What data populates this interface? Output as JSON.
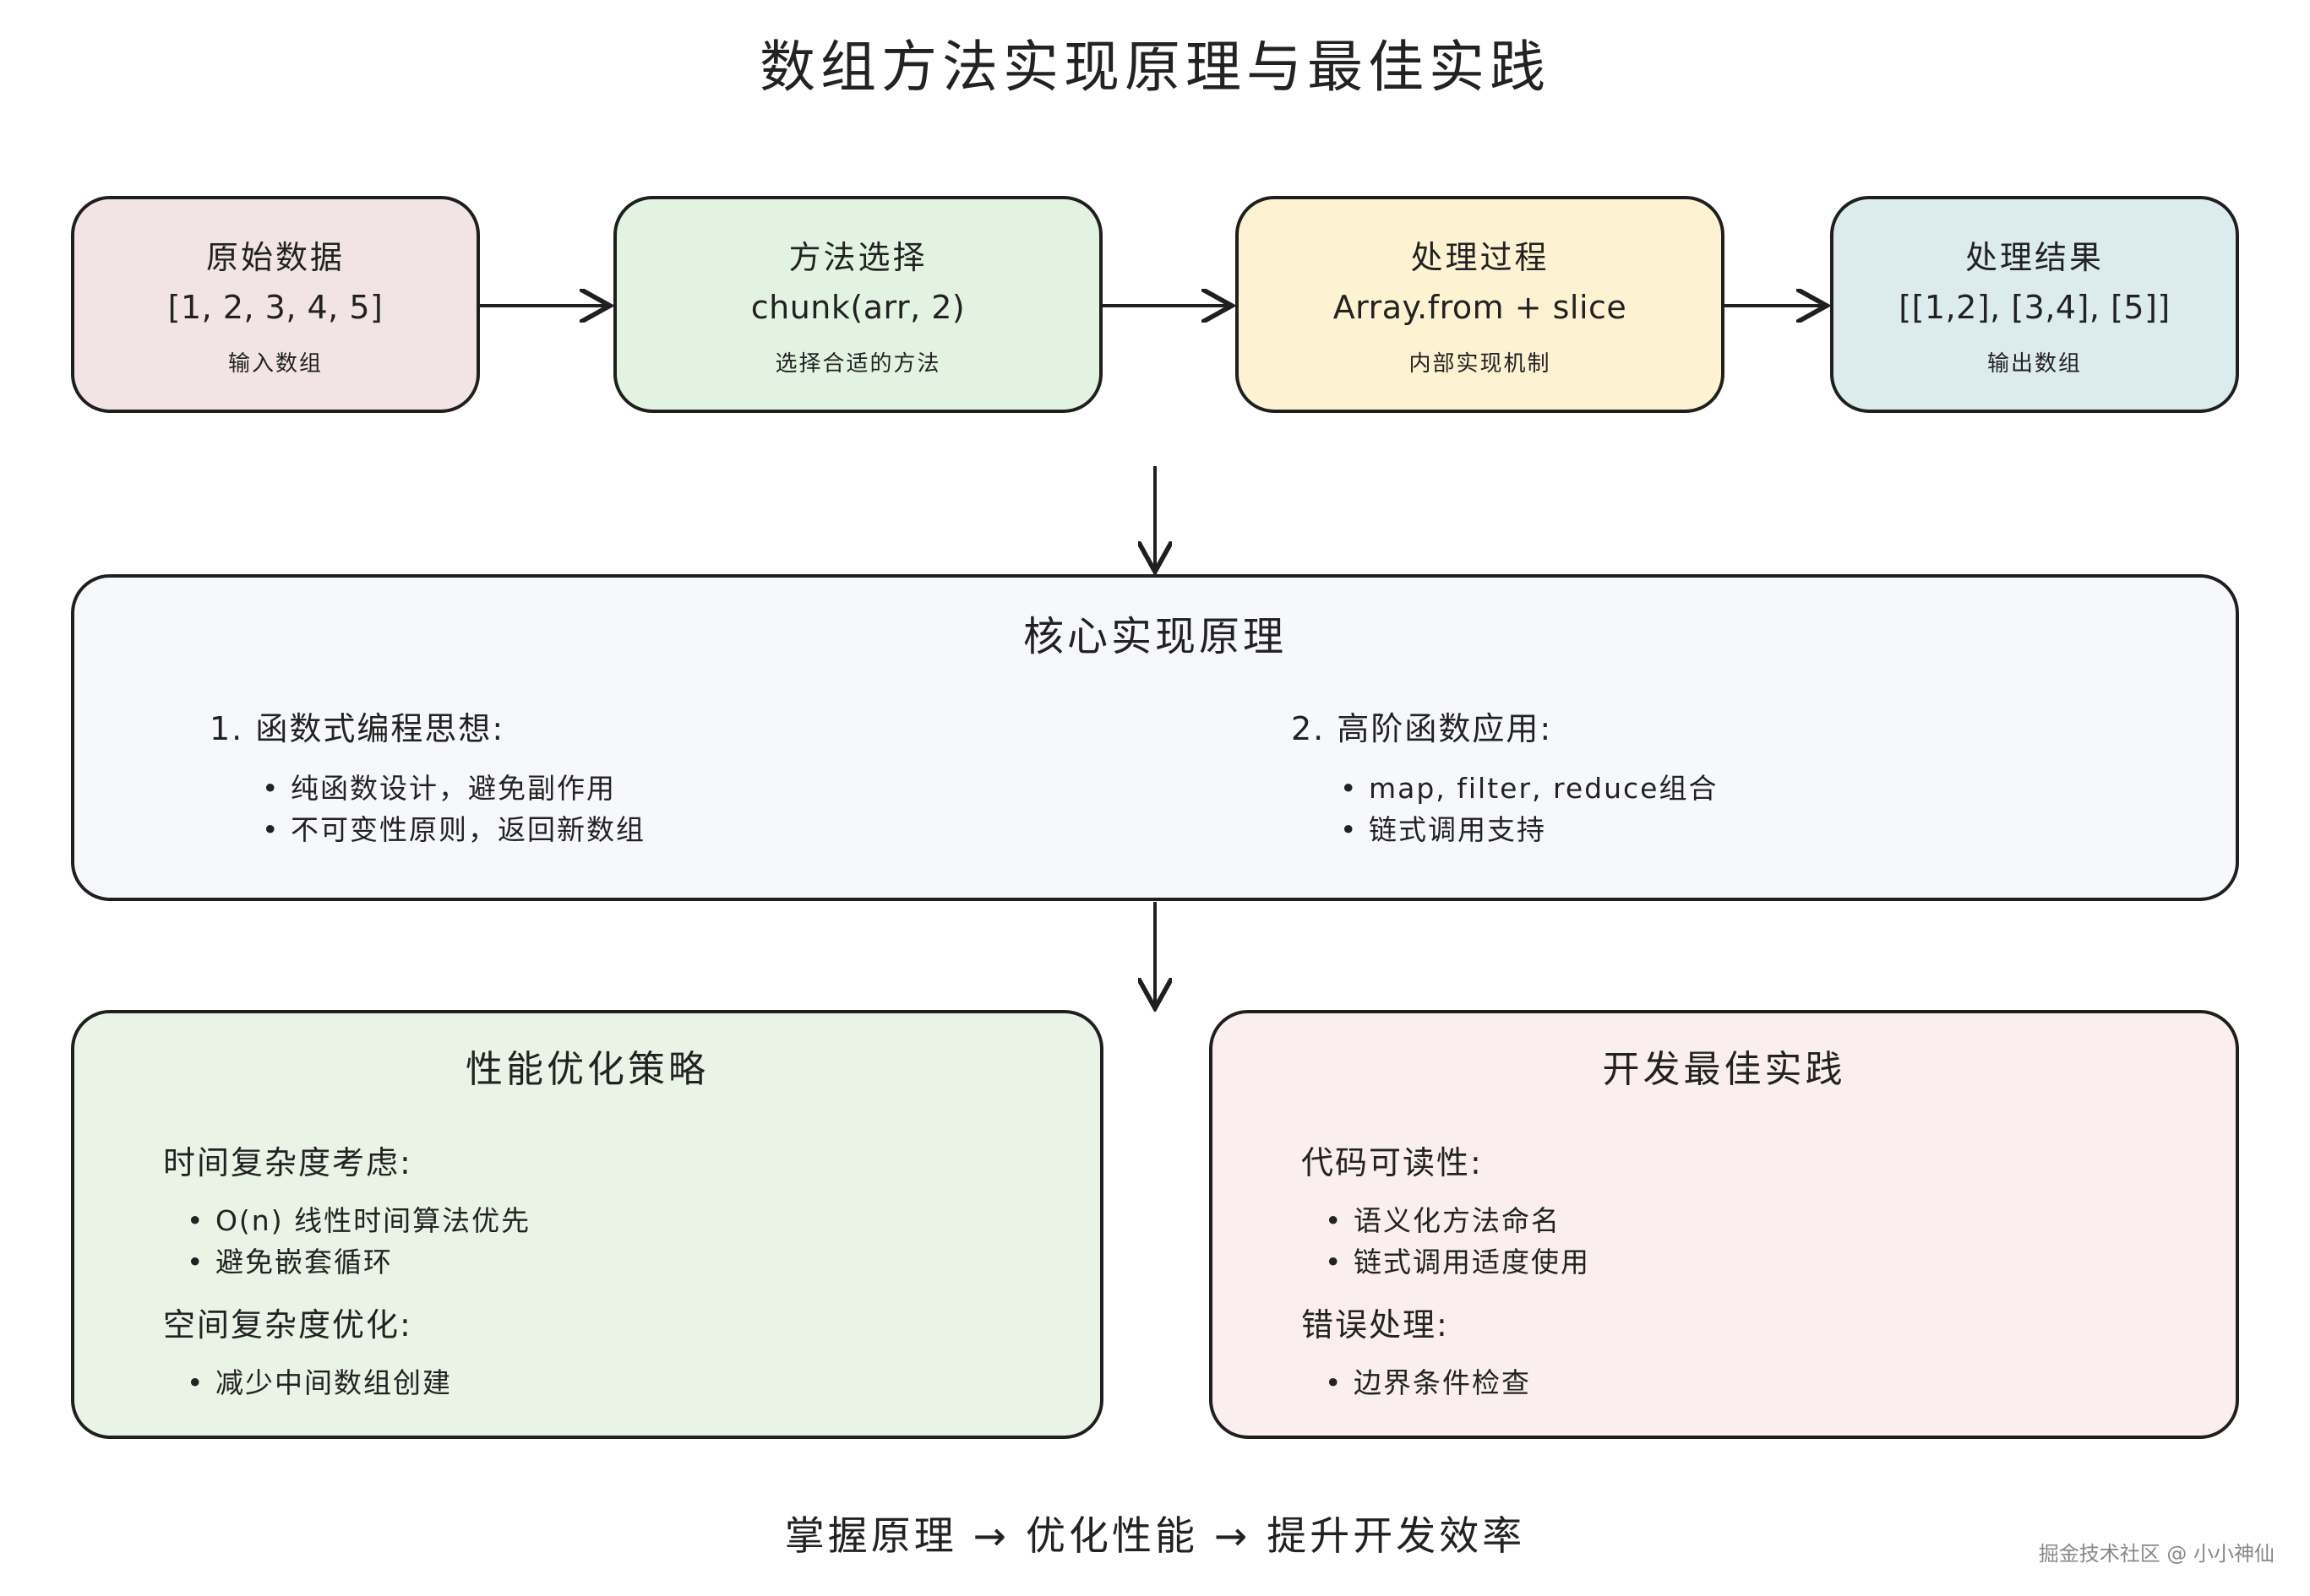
{
  "title": "数组方法实现原理与最佳实践",
  "flow": [
    {
      "title": "原始数据",
      "main": "[1, 2, 3, 4, 5]",
      "sub": "输入数组"
    },
    {
      "title": "方法选择",
      "main": "chunk(arr, 2)",
      "sub": "选择合适的方法"
    },
    {
      "title": "处理过程",
      "main": "Array.from + slice",
      "sub": "内部实现机制"
    },
    {
      "title": "处理结果",
      "main": "[[1,2], [3,4], [5]]",
      "sub": "输出数组"
    }
  ],
  "core": {
    "title": "核心实现原理",
    "left": {
      "heading": "1. 函数式编程思想:",
      "items": [
        "• 纯函数设计，避免副作用",
        "• 不可变性原则，返回新数组"
      ]
    },
    "right": {
      "heading": "2. 高阶函数应用:",
      "items": [
        "• map, filter, reduce组合",
        "• 链式调用支持"
      ]
    }
  },
  "performance": {
    "title": "性能优化策略",
    "time_heading": "时间复杂度考虑:",
    "time_items": [
      "• O(n) 线性时间算法优先",
      "• 避免嵌套循环"
    ],
    "space_heading": "空间复杂度优化:",
    "space_items": [
      "• 减少中间数组创建"
    ]
  },
  "best_practice": {
    "title": "开发最佳实践",
    "readability_heading": "代码可读性:",
    "readability_items": [
      "• 语义化方法命名",
      "• 链式调用适度使用"
    ],
    "error_heading": "错误处理:",
    "error_items": [
      "• 边界条件检查"
    ]
  },
  "summary": "掌握原理 → 优化性能 → 提升开发效率",
  "watermark": "掘金技术社区 @ 小小神仙",
  "colors": {
    "flow_1": "#f2e4e4",
    "flow_2": "#e2f3e1",
    "flow_3": "#fdf3d2",
    "flow_4": "#dcebee",
    "core_bg": "#f7f8fb",
    "performance_bg": "#e9f3e6",
    "best_practice_bg": "#fbeeee",
    "stroke": "#1f1f1f"
  }
}
